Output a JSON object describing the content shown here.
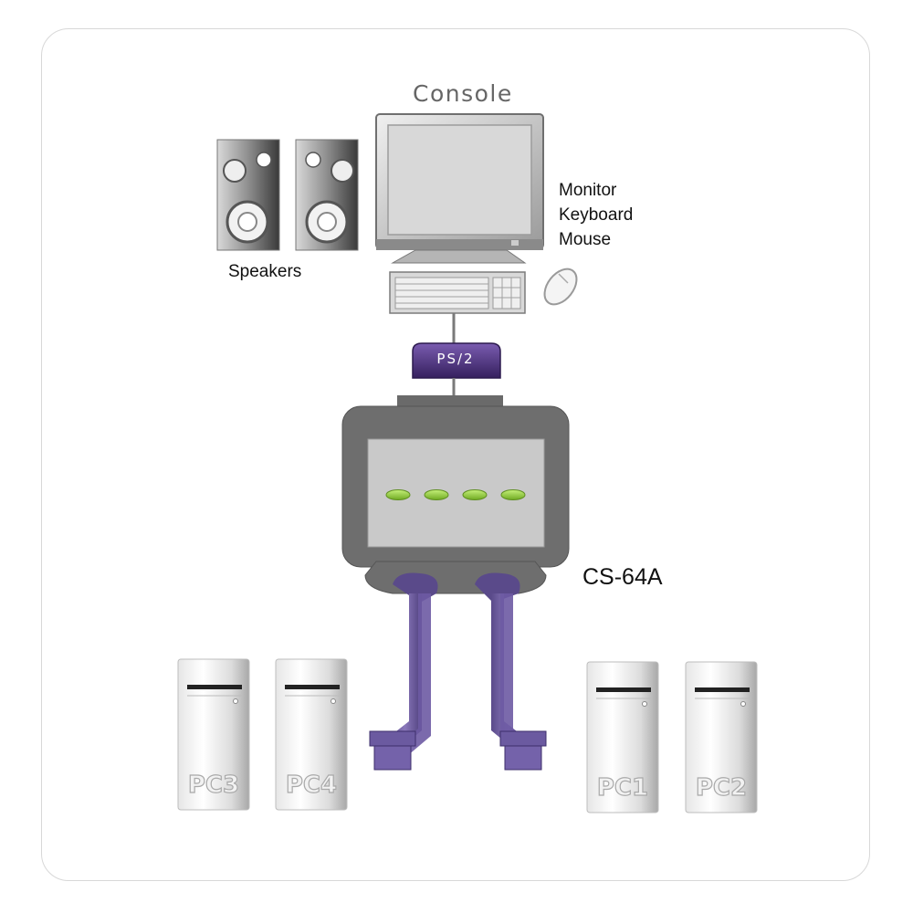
{
  "console_label": "Console",
  "console_items": [
    "Monitor",
    "Keyboard",
    "Mouse"
  ],
  "speakers_label": "Speakers",
  "connector_label": "PS/2",
  "switch_model": "CS-64A",
  "pcs": [
    "PC3",
    "PC4",
    "PC1",
    "PC2"
  ],
  "led_count": 4,
  "colors": {
    "cable": "#6b5a9c",
    "connector": "#4b2e83",
    "switch_body": "#6e6e6e",
    "switch_panel": "#c9c9c9",
    "led": "#8fd13b"
  }
}
